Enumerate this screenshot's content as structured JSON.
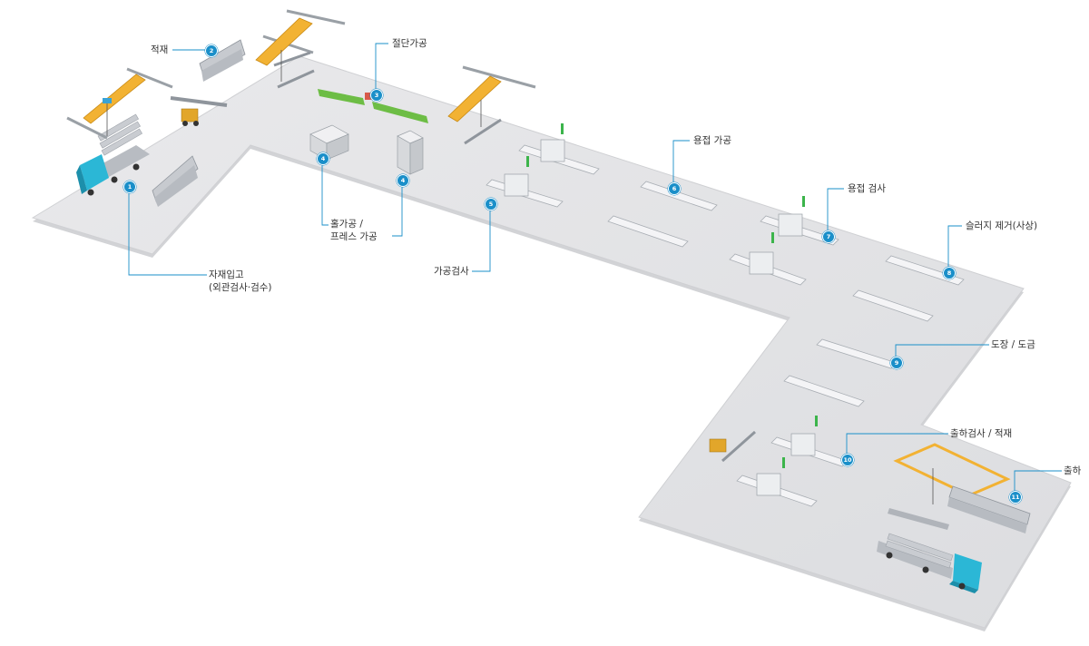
{
  "colors": {
    "floor": "#e4e4e6",
    "floor_edge": "#cfd0d3",
    "marker": "#1a8fc9",
    "leader_line": "#1a8fc9",
    "truck": "#2bb7d6",
    "crane": "#f2b233",
    "conveyor": "#f4f4f6",
    "rack_green": "#6dbd45",
    "forklift": "#e2a62a"
  },
  "steps": [
    {
      "id": "s1",
      "badge": "1",
      "lines": [
        "자재입고",
        "(외관검사·검수)"
      ]
    },
    {
      "id": "s2",
      "badge": "2",
      "lines": [
        "적재"
      ]
    },
    {
      "id": "s3",
      "badge": "3",
      "lines": [
        "절단가공"
      ]
    },
    {
      "id": "s4",
      "badge": "4",
      "lines": [
        "홀가공 /",
        "프레스 가공"
      ]
    },
    {
      "id": "s5",
      "badge": "5",
      "lines": [
        "가공검사"
      ]
    },
    {
      "id": "s6",
      "badge": "6",
      "lines": [
        "용접 가공"
      ]
    },
    {
      "id": "s7",
      "badge": "7",
      "lines": [
        "용접 검사"
      ]
    },
    {
      "id": "s8",
      "badge": "8",
      "lines": [
        "슬러지 제거(사상)"
      ]
    },
    {
      "id": "s9",
      "badge": "9",
      "lines": [
        "도장 / 도금"
      ]
    },
    {
      "id": "s10",
      "badge": "10",
      "lines": [
        "출하검사 / 적재"
      ]
    },
    {
      "id": "s11",
      "badge": "11",
      "lines": [
        "출하"
      ]
    }
  ],
  "equipment_icons": [
    "truck-icon",
    "crane-icon",
    "pipe-stack-icon",
    "forklift-icon",
    "cnc-machine-icon",
    "press-machine-icon",
    "conveyor-icon",
    "inspection-gate-icon",
    "signal-tower-icon",
    "cutting-rack-icon"
  ]
}
